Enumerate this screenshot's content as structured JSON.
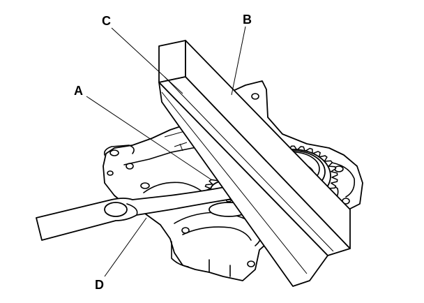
{
  "diagram": {
    "callouts": {
      "a": "A",
      "b": "B",
      "c": "C",
      "d": "D"
    },
    "colors": {
      "ink": "#000000",
      "paper": "#ffffff"
    }
  }
}
